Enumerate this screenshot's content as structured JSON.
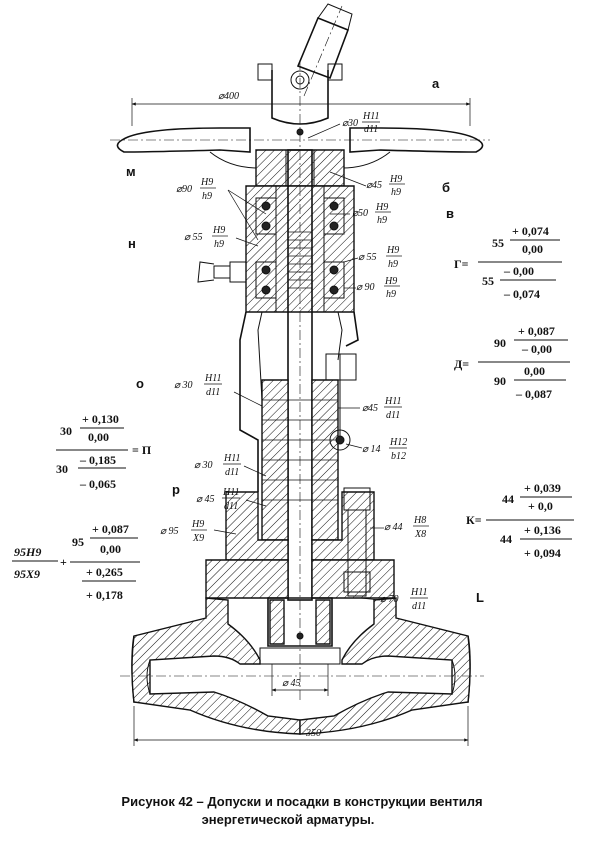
{
  "caption": {
    "line1": "Рисунок 42 – Допуски и посадки в конструкции вентиля",
    "line2": "энергетической арматуры."
  },
  "letters": {
    "a": "а",
    "m": "м",
    "b": "б",
    "v": "в",
    "n": "н",
    "o": "о",
    "r": "р",
    "l": "L"
  },
  "dimensions": {
    "d400": "⌀400",
    "d30_top": "⌀30",
    "d30_top_fit_num": "H11",
    "d30_top_fit_den": "d11",
    "d45_top": "⌀45",
    "d45_top_fit_num": "H9",
    "d45_top_fit_den": "h9",
    "d90_left": "⌀90",
    "d90_left_fit_num": "H9",
    "d90_left_fit_den": "h9",
    "d50": "⌀50",
    "d50_fit_num": "H9",
    "d50_fit_den": "h9",
    "d55_left": "⌀ 55",
    "d55_left_fit_num": "H9",
    "d55_left_fit_den": "h9",
    "d55_right": "⌀ 55",
    "d55_right_fit_num": "H9",
    "d55_right_fit_den": "h9",
    "d90_right": "⌀ 90",
    "d90_right_fit_num": "H9",
    "d90_right_fit_den": "h9",
    "d30_mid": "⌀ 30",
    "d30_mid_fit_num": "H11",
    "d30_mid_fit_den": "d11",
    "d45_mid": "⌀45",
    "d45_mid_fit_num": "H11",
    "d45_mid_fit_den": "d11",
    "d14": "⌀ 14",
    "d14_fit_num": "H12",
    "d14_fit_den": "b12",
    "d30_low": "⌀ 30",
    "d30_low_fit_num": "H11",
    "d30_low_fit_den": "d11",
    "d45_low": "⌀ 45",
    "d45_low_fit_num": "H11",
    "d45_low_fit_den": "d11",
    "d95": "⌀ 95",
    "d95_fit_num": "H9",
    "d95_fit_den": "X9",
    "d44": "⌀ 44",
    "d44_fit_num": "H8",
    "d44_fit_den": "X8",
    "d70": "⌀ 70",
    "d70_fit_num": "H11",
    "d70_fit_den": "d11",
    "d45_bottom": "⌀ 45",
    "len350": "350"
  },
  "formulas": {
    "g": {
      "prefix": "Г=",
      "top_base": "55",
      "top_upper": "+ 0,074",
      "top_lower": "0,00",
      "bot_base": "55",
      "bot_upper": "– 0,00",
      "bot_lower": "– 0,074"
    },
    "d": {
      "prefix": "Д=",
      "top_base": "90",
      "top_upper": "+ 0,087",
      "top_lower": "– 0,00",
      "bot_base": "90",
      "bot_upper": "0,00",
      "bot_lower": "– 0,087"
    },
    "p": {
      "suffix": "= П",
      "top_base": "30",
      "top_upper": "+ 0,130",
      "top_lower": "0,00",
      "bot_base": "30",
      "bot_upper": "– 0,185",
      "bot_lower": "– 0,065"
    },
    "k": {
      "prefix": "К=",
      "top_base": "44",
      "top_upper": "+ 0,039",
      "top_lower": "+ 0,0",
      "bot_base": "44",
      "bot_upper": "+ 0,136",
      "bot_lower": "+ 0,094"
    },
    "x": {
      "lead_num": "95H9",
      "lead_den": "95X9",
      "plus": "+",
      "top_base": "95",
      "top_upper": "+ 0,087",
      "top_lower": "0,00",
      "bot_upper": "+ 0,265",
      "bot_lower": "+ 0,178"
    }
  }
}
